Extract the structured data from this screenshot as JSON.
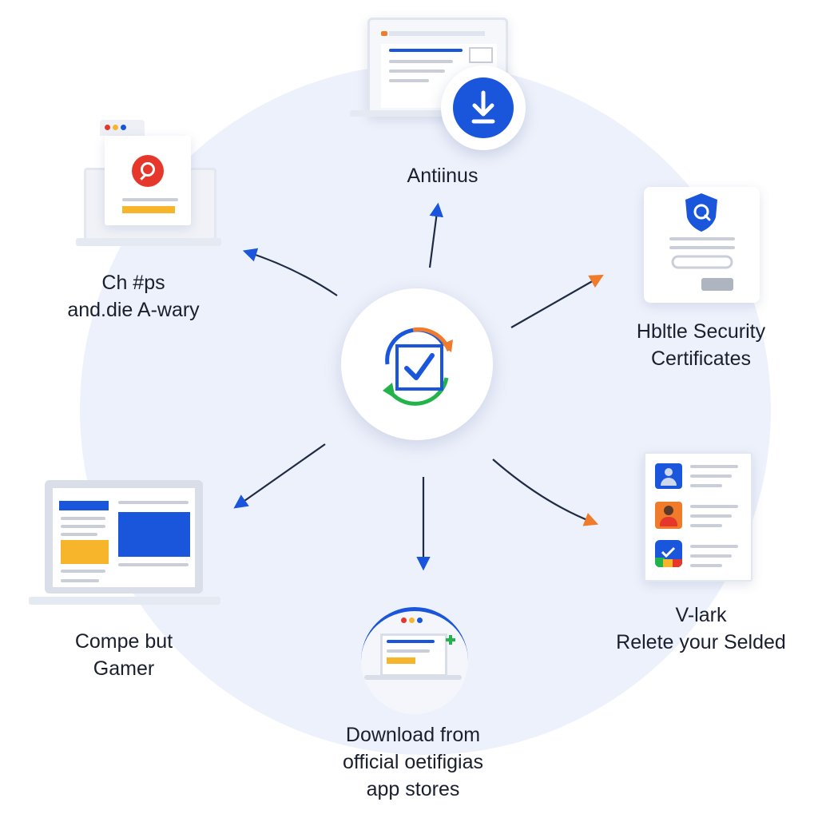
{
  "nodes": {
    "top": {
      "lines": [
        "Antiinus"
      ]
    },
    "top_left": {
      "lines": [
        "Ch #ps",
        "and.die A-wary"
      ]
    },
    "top_right": {
      "lines": [
        "Hbltle Security",
        "Certificates"
      ]
    },
    "bottom_left": {
      "lines": [
        "Compe but",
        "Gamer"
      ]
    },
    "bottom_right": {
      "lines": [
        "V-lark",
        "Relete your Selded"
      ]
    },
    "bottom": {
      "lines": [
        "Download from",
        "official oetifigias",
        "app stores"
      ]
    }
  },
  "colors": {
    "primary_blue": "#1a56db",
    "orange": "#f07b2a",
    "green": "#22b34a",
    "red": "#e5372b",
    "yellow": "#f6b52b",
    "background_circle": "#edf1fb"
  },
  "icons": {
    "center": "sync-check-icon",
    "top": "download-icon",
    "top_left": "search-icon",
    "top_right": "shield-search-icon"
  }
}
